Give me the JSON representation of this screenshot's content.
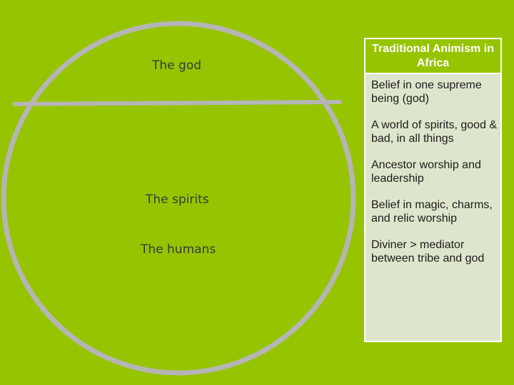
{
  "colors": {
    "background": "#96c400",
    "circle_stroke": "#b5b5b5",
    "panel_fill": "#dde6cc",
    "panel_header_fill": "#96c400",
    "panel_border": "#ffffff"
  },
  "circle": {
    "labels": {
      "god": "The god",
      "spirits": "The spirits",
      "humans": "The humans"
    }
  },
  "panel": {
    "title": "Traditional Animism in Africa",
    "items": [
      "Belief in one supreme being (god)",
      "A world of spirits, good & bad, in all things",
      "Ancestor worship and leadership",
      "Belief in magic, charms, and relic worship",
      "Diviner > mediator between tribe and god"
    ]
  }
}
